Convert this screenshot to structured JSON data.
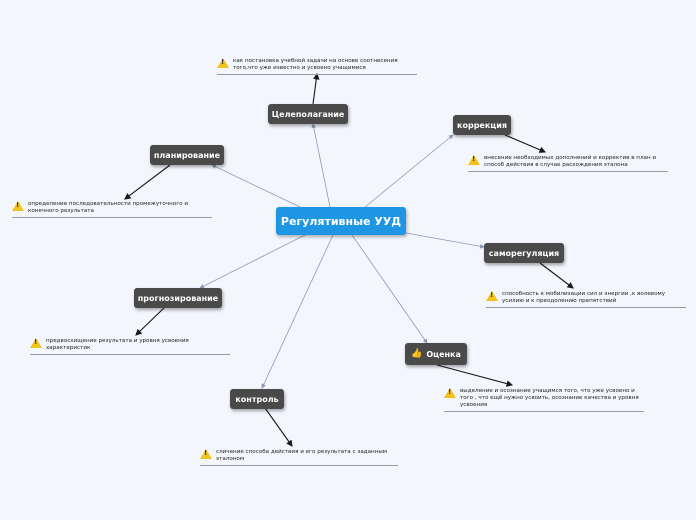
{
  "central": {
    "label": "Регулятивные УУД"
  },
  "branches": {
    "celepolaganie": {
      "label": "Целеполагание",
      "note": "как постановка учебной задачи на основе соотнесения того,что уже известно и усвоено учащимися",
      "icon": "warning-icon"
    },
    "korrekciya": {
      "label": "коррекция",
      "note": "внесение необходимых  дополнений и корректив в план и способ действия в случае расхождения эталона",
      "icon": "warning-icon"
    },
    "planirovanie": {
      "label": "планирование",
      "note": "определение последовательности промежуточного и конечного результата",
      "icon": "warning-icon"
    },
    "samoregulyaciya": {
      "label": "саморегуляция",
      "note": "способность к мобилизации сил и энергии ,к волевому усилию и к преодолению препятствий",
      "icon": "warning-icon"
    },
    "prognozirovanie": {
      "label": "прогнозирование",
      "note": "предвосхищение результата и уровня усвоения характеристик",
      "icon": "warning-icon"
    },
    "ocenka": {
      "label": "Оценка",
      "icon_on_label": "thumbs-up-icon",
      "note": "выделение  и осознание учащимся того, что уже усвоено и того , что ещё нужно усвоить, осознание качества и уровня усвоения",
      "icon": "warning-icon"
    },
    "kontrol": {
      "label": "контроль",
      "note": "сличение способа действия и его результата с заданным эталоном",
      "icon": "warning-icon"
    }
  },
  "colors": {
    "background": "#f3f6fd",
    "central": "#1f96e4",
    "node": "#4a4a4a",
    "line": "#8a9bb8",
    "arrow": "#1a1a1a",
    "warning": "#f2c31a"
  }
}
